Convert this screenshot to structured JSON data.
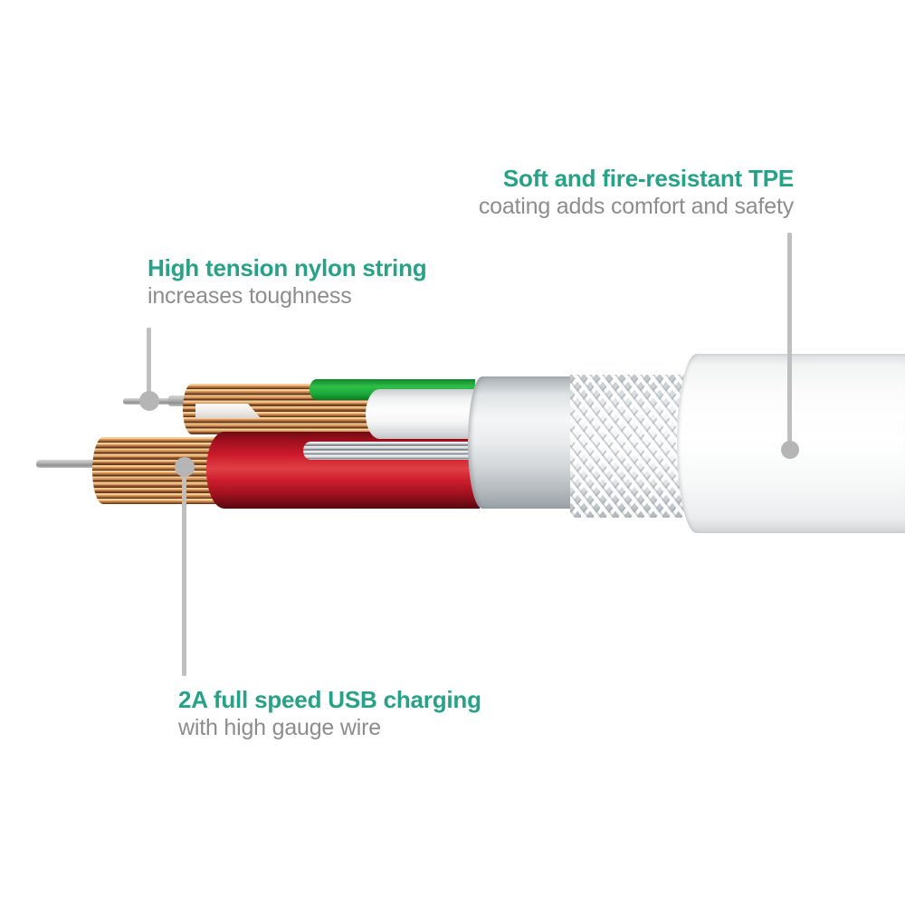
{
  "colors": {
    "accent_teal": "#26a287",
    "subtext_gray": "#8d8d8d",
    "leader_gray": "#bfbfbf",
    "wire_red": "#c8182a",
    "wire_green": "#22aa3c",
    "wire_white": "#f4f5f5",
    "copper": "#c98f52",
    "shield_silver": "#c6cacd",
    "jacket_white": "#f6f7f7"
  },
  "annotations": {
    "tpe": {
      "title": "Soft and fire-resistant TPE",
      "subtitle": "coating adds comfort and safety"
    },
    "nylon": {
      "title": "High tension nylon string",
      "subtitle": "increases toughness"
    },
    "charging": {
      "title": "2A full speed USB charging",
      "subtitle": "with high gauge wire"
    }
  }
}
